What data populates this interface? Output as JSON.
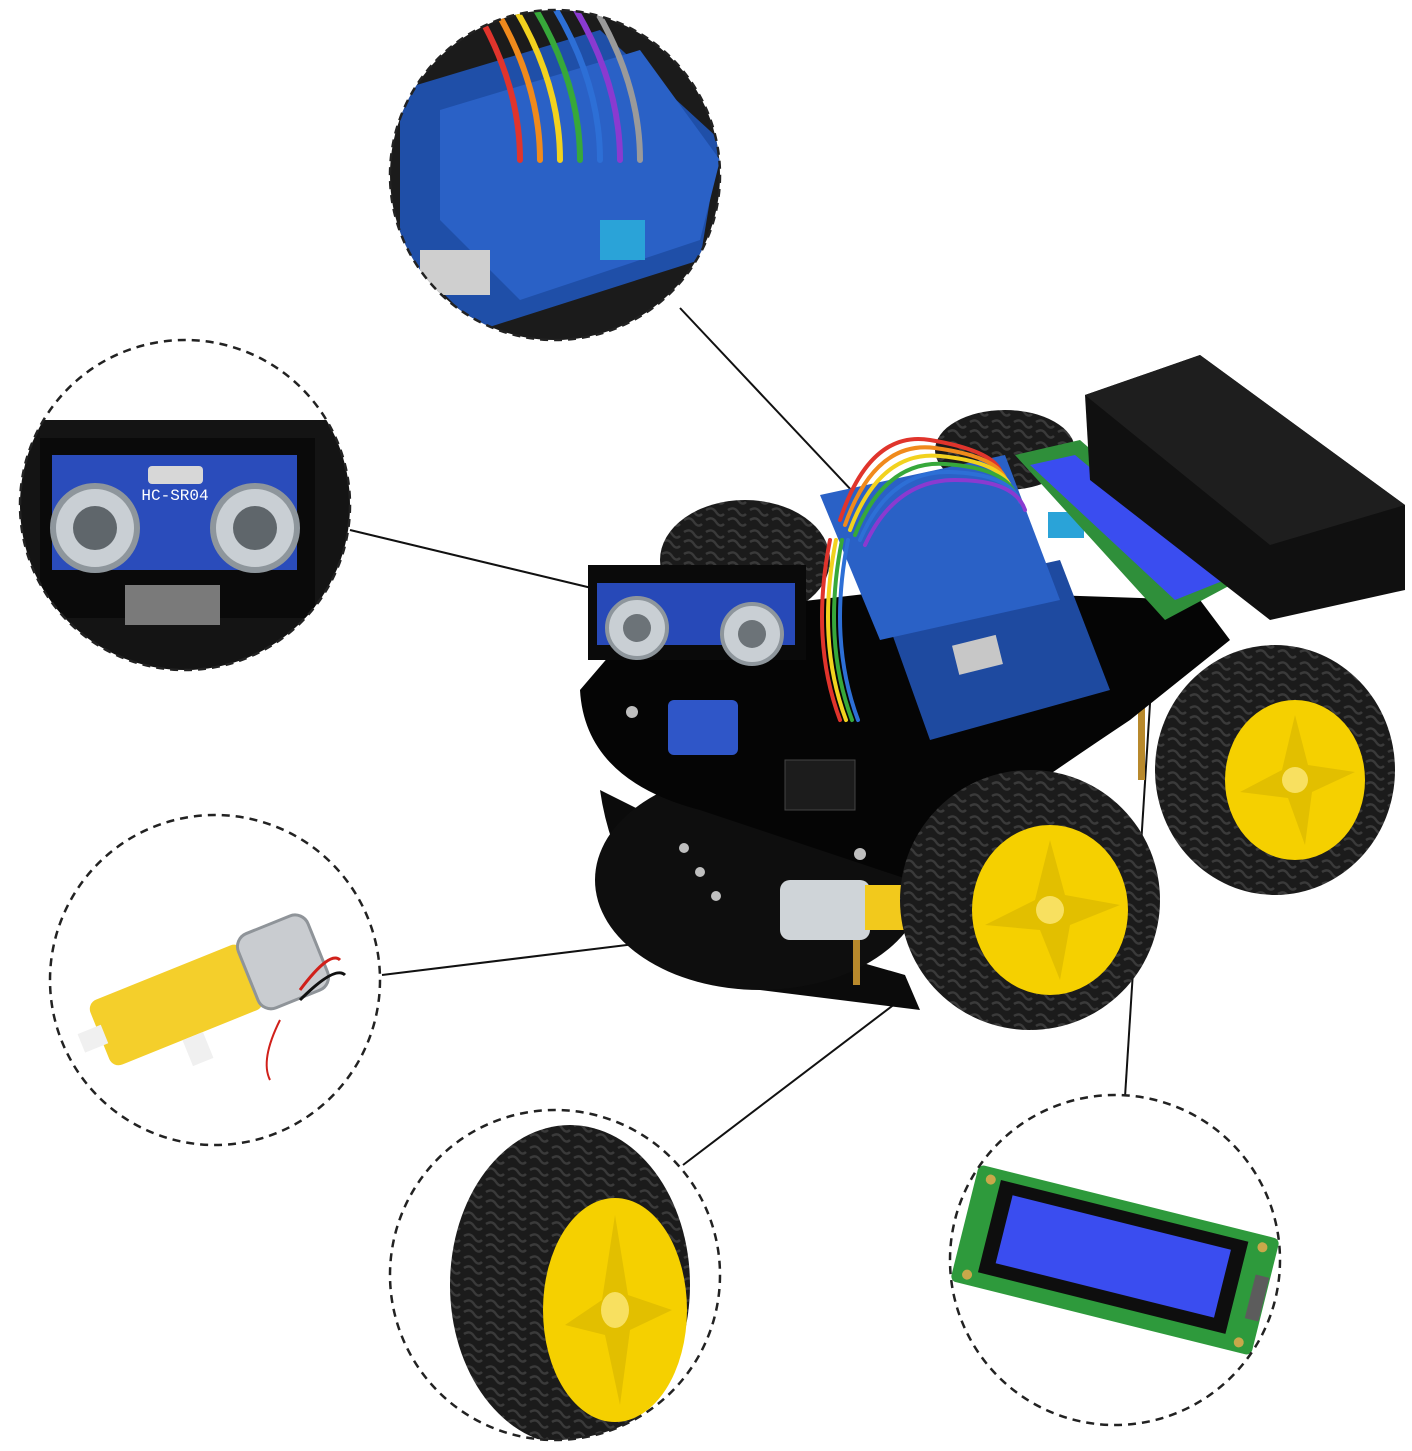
{
  "image": {
    "background": "#ffffff",
    "colors": {
      "acrylic": "#0b0b0b",
      "wheel_hub": "#f5d000",
      "tire": "#1a1a1a",
      "pcb": "#1f4fa8",
      "lcd": "#3a4df0",
      "lcd_board": "#2e9a3c",
      "motor": "#f4cf2b",
      "callout_border": "#222222"
    }
  },
  "labels": {
    "sensor_model": "HC-SR04"
  },
  "callouts": [
    {
      "name": "arduino-sensor-shield-callout",
      "subject": "arduino-uno-with-sensor-shield"
    },
    {
      "name": "ultrasonic-sensor-callout",
      "subject": "hc-sr04-ultrasonic-sensor"
    },
    {
      "name": "gear-motor-callout",
      "subject": "yellow-dc-gear-motor"
    },
    {
      "name": "wheel-callout",
      "subject": "rubber-wheel-yellow-hub"
    },
    {
      "name": "lcd-callout",
      "subject": "lcd1602-display-module"
    }
  ]
}
